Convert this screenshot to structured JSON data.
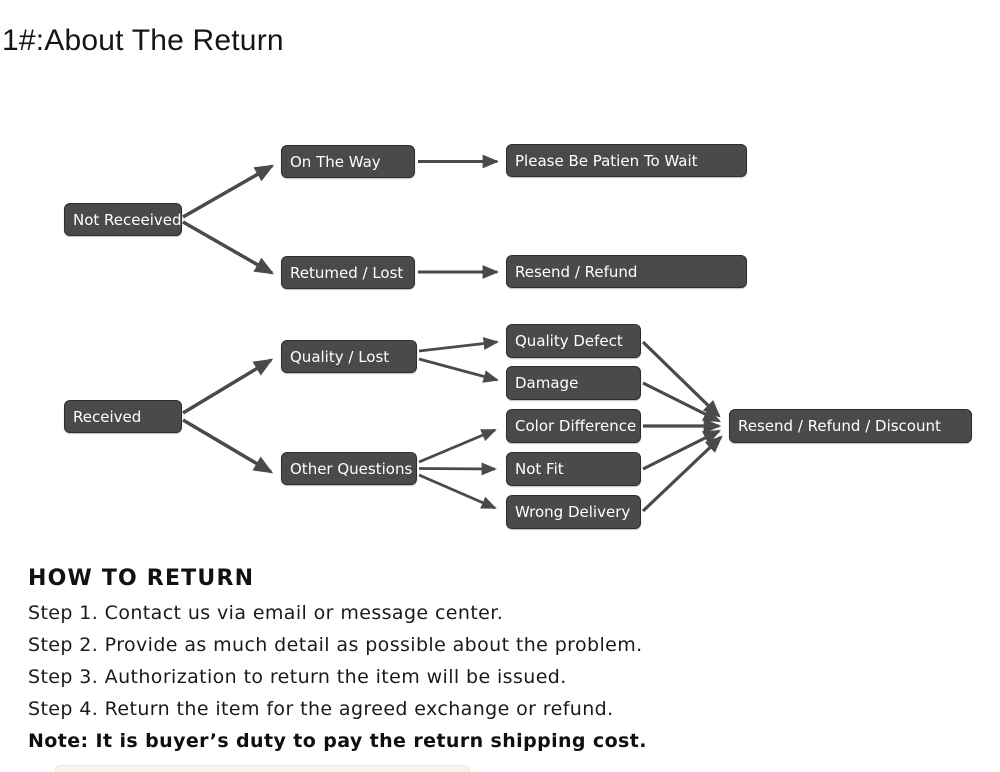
{
  "page": {
    "title": "1#:About The Return"
  },
  "flow": {
    "colors": {
      "node_fill": "#4a4a4a",
      "node_border": "#2d2d2d",
      "node_text": "#ffffff",
      "arrow": "#4a4a4a"
    },
    "nodes": {
      "not_received": "Not Receeived",
      "on_the_way": "On The Way",
      "be_patient": "Please Be Patien To Wait",
      "returned_lost": "Retumed / Lost",
      "resend_refund": "Resend / Refund",
      "received": "Received",
      "quality_lost": "Quality / Lost",
      "other_questions": "Other Questions",
      "quality_defect": "Quality Defect",
      "damage": "Damage",
      "color_difference": "Color Difference",
      "not_fit": "Not Fit",
      "wrong_delivery": "Wrong Delivery",
      "resend_refund_discount": "Resend / Refund / Discount"
    },
    "edges": [
      [
        "not_received",
        "on_the_way"
      ],
      [
        "not_received",
        "returned_lost"
      ],
      [
        "on_the_way",
        "be_patient"
      ],
      [
        "returned_lost",
        "resend_refund"
      ],
      [
        "received",
        "quality_lost"
      ],
      [
        "received",
        "other_questions"
      ],
      [
        "quality_lost",
        "quality_defect"
      ],
      [
        "quality_lost",
        "damage"
      ],
      [
        "other_questions",
        "color_difference"
      ],
      [
        "other_questions",
        "not_fit"
      ],
      [
        "other_questions",
        "wrong_delivery"
      ],
      [
        "quality_defect",
        "resend_refund_discount"
      ],
      [
        "damage",
        "resend_refund_discount"
      ],
      [
        "color_difference",
        "resend_refund_discount"
      ],
      [
        "not_fit",
        "resend_refund_discount"
      ],
      [
        "wrong_delivery",
        "resend_refund_discount"
      ]
    ]
  },
  "how_to_return": {
    "heading": "HOW TO RETURN",
    "steps": [
      "Step 1. Contact us via email or message center.",
      "Step 2. Provide as much detail as possible about the problem.",
      "Step 3. Authorization to return the item will be issued.",
      "Step 4. Return the item for the agreed exchange or refund."
    ],
    "note": "Note: It is buyer’s duty to pay the return shipping cost."
  }
}
